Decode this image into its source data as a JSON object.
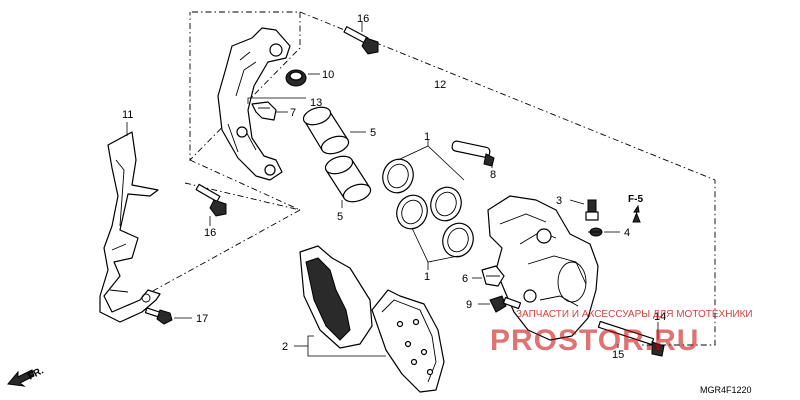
{
  "callouts": {
    "c1a": "1",
    "c1b": "1",
    "c2": "2",
    "c3": "3",
    "c4": "4",
    "c5a": "5",
    "c5b": "5",
    "c6": "6",
    "c7": "7",
    "c8": "8",
    "c9": "9",
    "c10": "10",
    "c11": "11",
    "c12": "12",
    "c13": "13",
    "c14": "14",
    "c15": "15",
    "c16a": "16",
    "c16b": "16",
    "c17": "17"
  },
  "reference_arrow": "F-5",
  "front_arrow": "FR.",
  "drawing_code": "MGR4F1220",
  "watermark": {
    "line1": "ЗАПЧАСТИ И АКСЕССУАРЫ ДЛЯ МОТОТЕХНИКИ",
    "line2": "PROSTOR.RU"
  }
}
